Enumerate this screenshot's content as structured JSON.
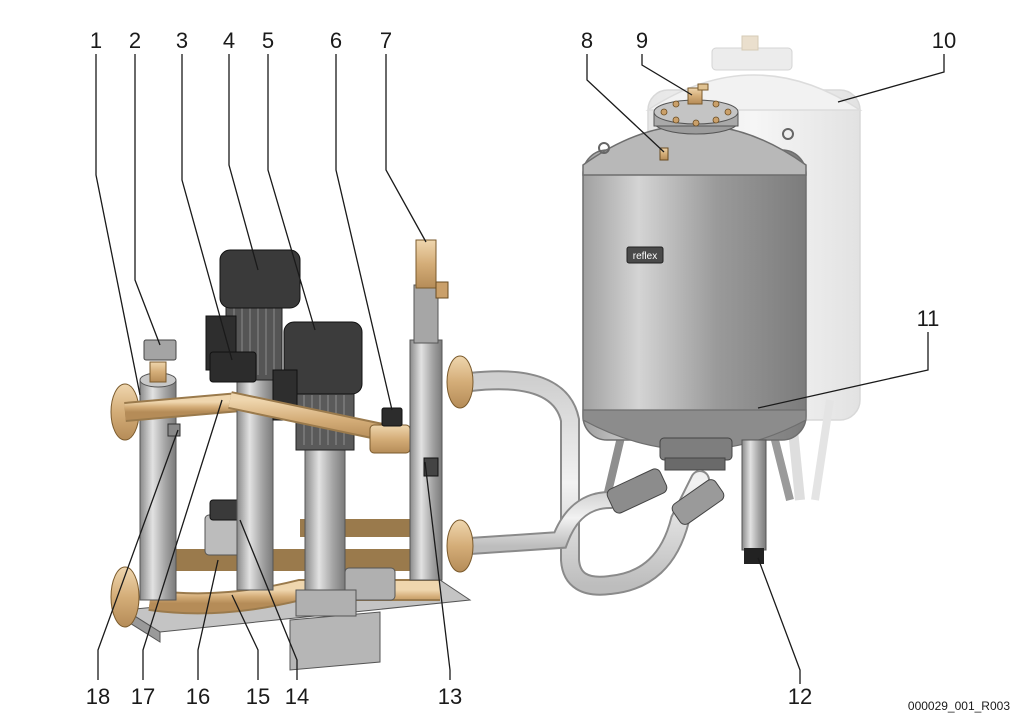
{
  "callouts": [
    "1",
    "2",
    "3",
    "4",
    "5",
    "6",
    "7",
    "8",
    "9",
    "10",
    "11",
    "12",
    "13",
    "14",
    "15",
    "16",
    "17",
    "18"
  ],
  "tank_logo": "reflex",
  "drawing_code": "000029_001_R003",
  "colors": {
    "brass": "#d9b98a",
    "steel": "#a8a8a8",
    "motor": "#3a3a3a",
    "ghost_tank": "#eeeeee"
  }
}
